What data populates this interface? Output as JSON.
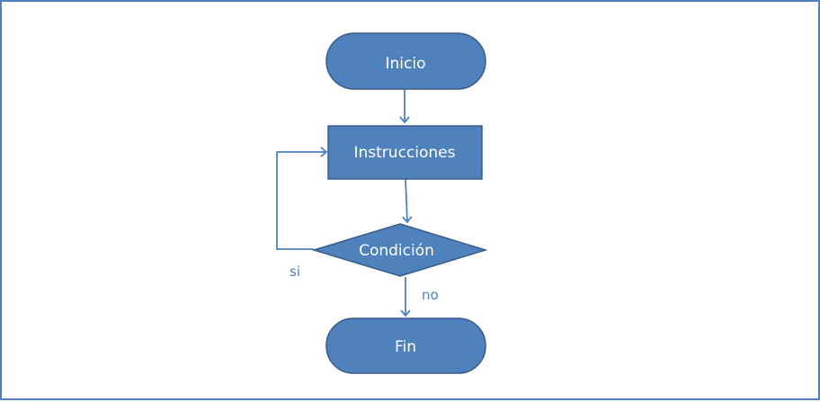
{
  "diagram": {
    "type": "flowchart",
    "colors": {
      "node_fill": "#4f81bd",
      "node_stroke": "#385d8a",
      "connector": "#4f81bd",
      "text": "#ffffff",
      "label": "#4f81bd",
      "border": "#4f81bd"
    },
    "nodes": {
      "start": {
        "label": "Inicio",
        "shape": "terminator"
      },
      "process": {
        "label": "Instrucciones",
        "shape": "process"
      },
      "decision": {
        "label": "Condición",
        "shape": "decision"
      },
      "end": {
        "label": "Fin",
        "shape": "terminator"
      }
    },
    "edges": {
      "yes": {
        "label": "si",
        "from": "decision",
        "to": "process"
      },
      "no": {
        "label": "no",
        "from": "decision",
        "to": "end"
      }
    }
  }
}
